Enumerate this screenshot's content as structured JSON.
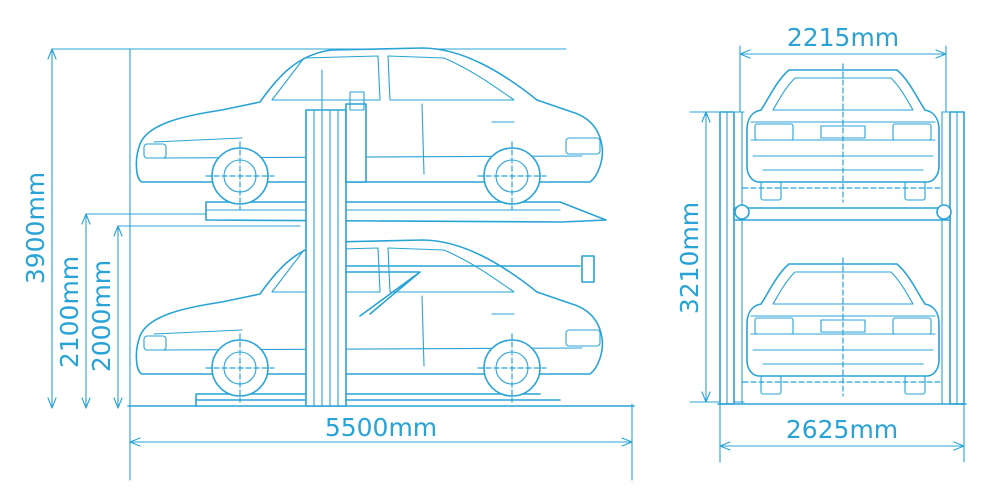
{
  "colors": {
    "line": "#29a3d6",
    "background": "#ffffff"
  },
  "dimensions": {
    "total_height": "3900mm",
    "upper_platform_height": "2100mm",
    "lower_clearance": "2000mm",
    "length": "5500mm",
    "inner_width": "2215mm",
    "outer_width": "2625mm",
    "column_height": "3210mm"
  }
}
